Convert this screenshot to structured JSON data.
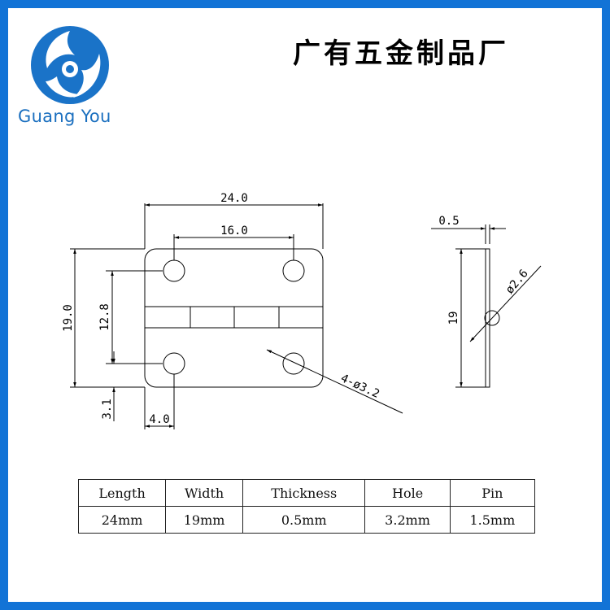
{
  "header": {
    "brand_name": "Guang You",
    "company_title": "广有五金制品厂"
  },
  "colors": {
    "frame": "#1273d6",
    "logo": "#1a73c8",
    "brand_text": "#1a6fbf"
  },
  "drawing": {
    "front_view": {
      "overall_length": "24.0",
      "hole_spacing_horizontal": "16.0",
      "overall_width": "19.0",
      "hole_spacing_vertical": "12.8",
      "hole_edge_offset_vertical": "3.1",
      "hole_edge_offset_horizontal": "4.0",
      "hole_callout": "4-ø3.2"
    },
    "side_view": {
      "thickness": "0.5",
      "width": "19",
      "pin_diameter": "ø2.6"
    }
  },
  "spec_table": {
    "headers": [
      "Length",
      "Width",
      "Thickness",
      "Hole",
      "Pin"
    ],
    "values": [
      "24mm",
      "19mm",
      "0.5mm",
      "3.2mm",
      "1.5mm"
    ]
  }
}
